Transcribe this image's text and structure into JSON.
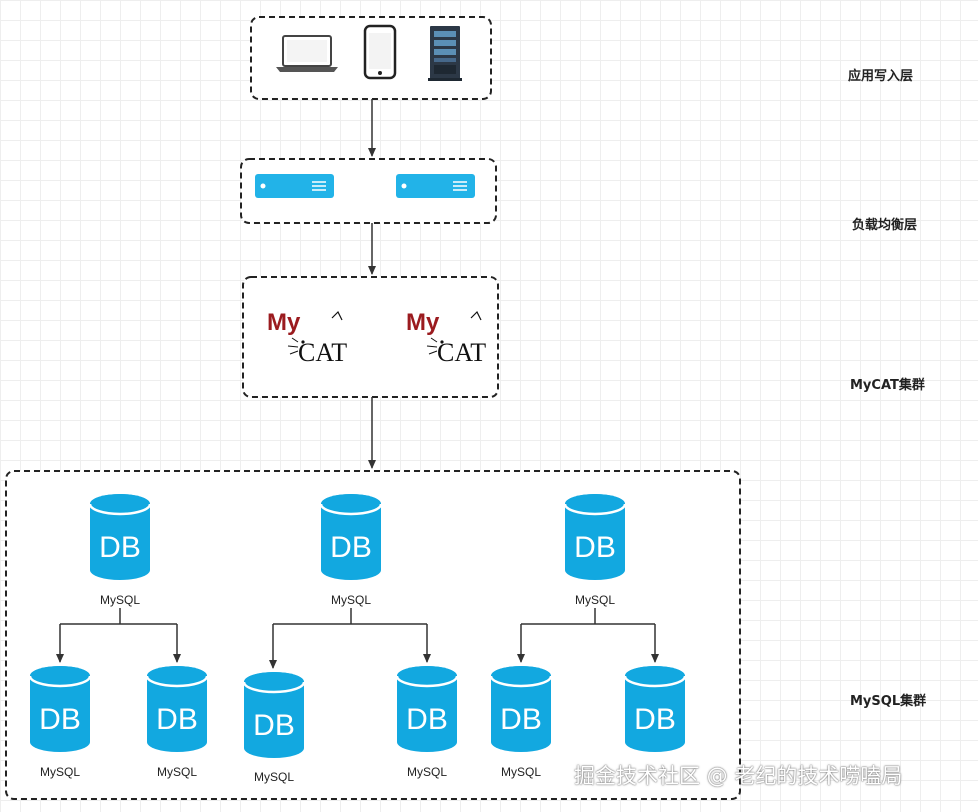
{
  "layers": {
    "app": "应用写入层",
    "lb": "负载均衡层",
    "mycat": "MyCAT集群",
    "mysql": "MySQL集群"
  },
  "db": {
    "symbol": "DB",
    "label": "MySQL"
  },
  "mycat_logo": {
    "my": "My",
    "cat": "CAT"
  },
  "watermark": "掘金技术社区 @ 老纪的技术唠嗑局",
  "colors": {
    "db_blue": "#12a8e0",
    "server_blue": "#22b3e8",
    "dashed": "#222222",
    "arrow": "#333333"
  },
  "icons": [
    "laptop-icon",
    "smartphone-icon",
    "server-rack-icon",
    "server-icon",
    "mycat-logo",
    "database-icon"
  ]
}
